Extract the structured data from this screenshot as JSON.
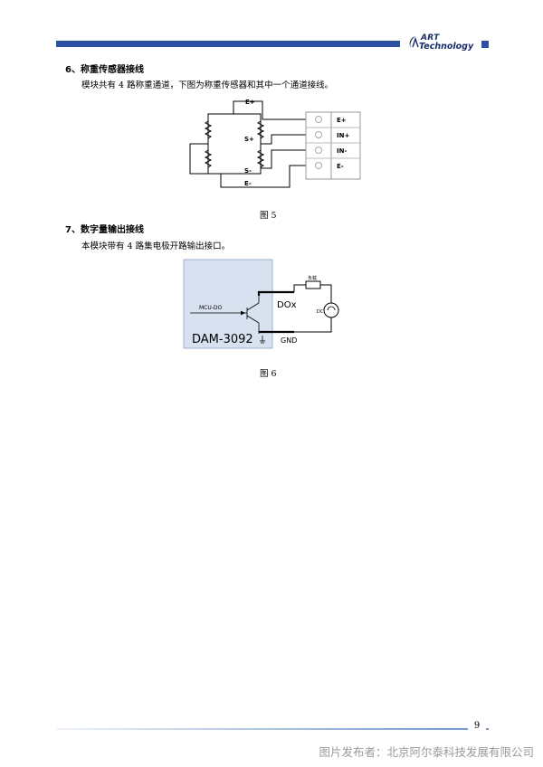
{
  "header": {
    "logo_line1": "ART",
    "logo_line2": "Technology"
  },
  "section6": {
    "heading": "6、称重传感器接线",
    "text": "模块共有 4 路称重通道，下图为称重传感器和其中一个通道接线。",
    "figure": {
      "wire_labels": [
        "E+",
        "S+",
        "S-",
        "E-"
      ],
      "terminal_labels": [
        "E+",
        "IN+",
        "IN-",
        "E-"
      ]
    },
    "caption": "图 5"
  },
  "section7": {
    "heading": "7、数字量输出接线",
    "text": "本模块带有 4 路集电极开路输出接口。",
    "figure": {
      "input_label": "MCU-DO",
      "module_label": "DAM-3092",
      "output_label": "DOx",
      "ground_label": "GND",
      "load_label": "负载",
      "source_label": "DC"
    },
    "caption": "图 6"
  },
  "footer": {
    "page_number": "9",
    "watermark": "图片发布者：北京阿尔泰科技发展有限公司"
  },
  "colors": {
    "header_blue": "#2d4f9f",
    "module_fill": "#d7e1f0",
    "watermark_gray": "#9a9a9a"
  }
}
